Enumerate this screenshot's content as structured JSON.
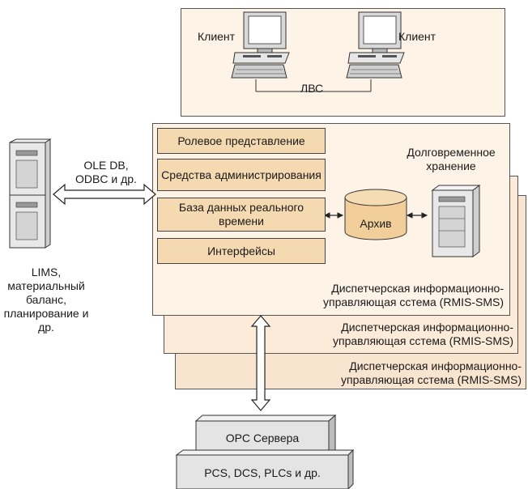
{
  "clients": {
    "left_label": "Клиент",
    "right_label": "Клиент",
    "network_label": "ЛВС"
  },
  "system": {
    "modules": [
      {
        "label": "Ролевое представление"
      },
      {
        "label": "Средства администрирования"
      },
      {
        "label": "База данных реального времени"
      },
      {
        "label": "Интерфейсы"
      }
    ],
    "archive_label": "Архив",
    "long_term_storage_label": "Долговременное хранение",
    "system_caption_front": "Диспетчерская информационно-управляющая сстема (RMIS-SMS)",
    "system_caption_middle": "Диспетчерская информационно-управляющая сстема (RMIS-SMS)",
    "system_caption_back": "Диспетчерская информационно-управляющая сстема (RMIS-SMS)"
  },
  "external": {
    "interface_label": "OLE DB, ODBC и др.",
    "lims_label": "LIMS, материальный баланс, планирование и др."
  },
  "bottom": {
    "opc_label": "ОРС Сервера",
    "pcs_label": "PCS, DCS, PLCs и др."
  },
  "colors": {
    "panel_fill": "#fdf3e6",
    "module_fill": "#f5d9b0",
    "archive_fill": "#f2cf9a",
    "server_gray": "#e6e6e6"
  }
}
